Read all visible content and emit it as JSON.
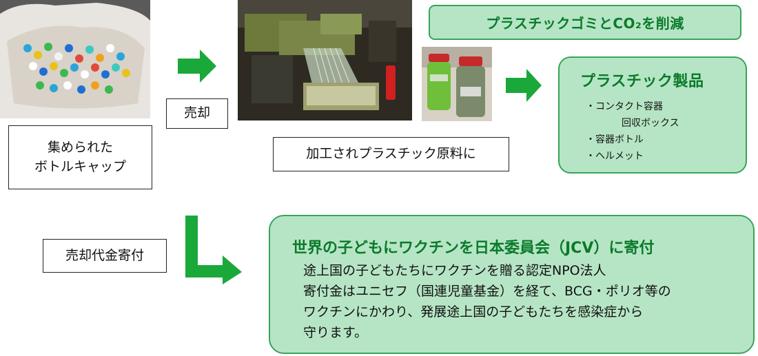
{
  "caps_label": [
    "集められた",
    "ボトルキャップ"
  ],
  "sell_label": "売却",
  "process_label": "加工されプラスチック原料に",
  "reduce_banner": "プラスチックゴミとCO₂を削減",
  "products": {
    "title": "プラスチック製品",
    "items": [
      "・コンタクト容器",
      "回収ボックス",
      "・容器ボトル",
      "・ヘルメット"
    ]
  },
  "donate_label": "売却代金寄付",
  "jcv": {
    "title": "世界の子どもにワクチンを日本委員会（JCV）に寄付",
    "lines": [
      "途上国の子どもたちにワクチンを贈る認定NPO法人",
      "寄付金はユニセフ（国連児童基金）を経て、BCG・ポリオ等の",
      "ワクチンにかわり、発展途上国の子どもたちを感染症から",
      "守ります。"
    ]
  },
  "colors": {
    "green_fill": "#b6e5c5",
    "green_border": "#3aa35a",
    "arrow_green": "#1aa83a",
    "title_green": "#0a7a2b"
  }
}
